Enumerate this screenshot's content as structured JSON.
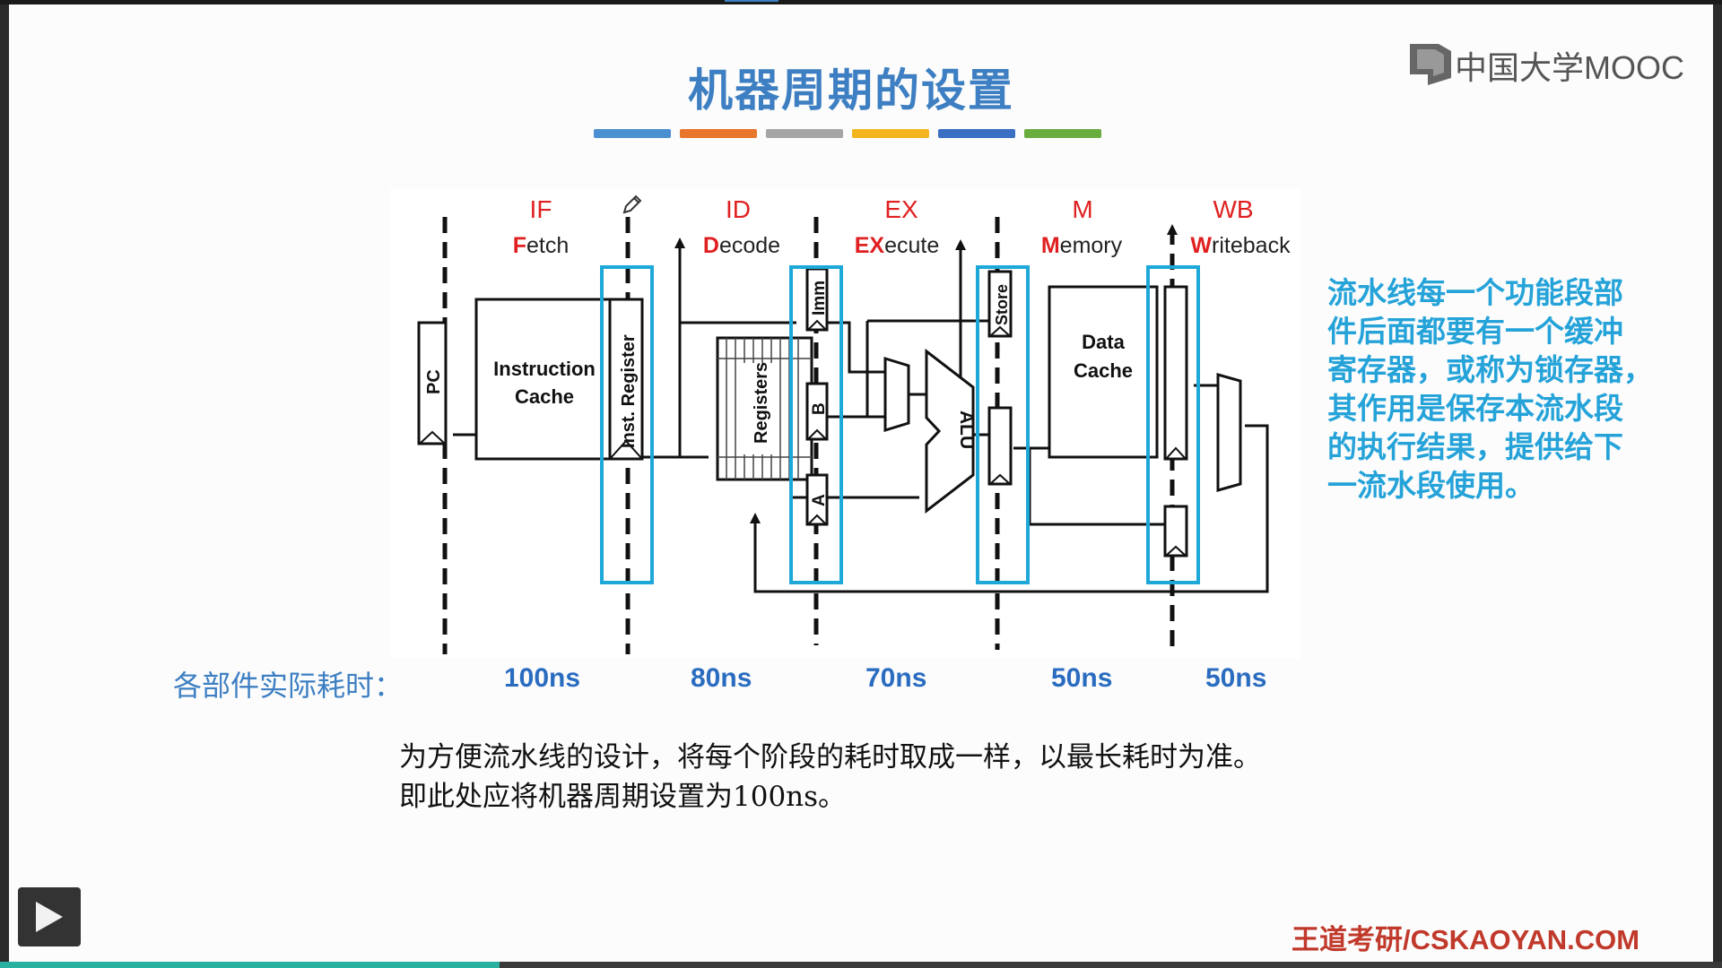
{
  "slide": {
    "title": "机器周期的设置",
    "logo_text": "中国大学MOOC",
    "title_bar_colors": [
      "#4a90d0",
      "#e8762d",
      "#a6a6a6",
      "#f2b51f",
      "#3a6fc4",
      "#6aad3f"
    ]
  },
  "diagram": {
    "stages": [
      {
        "code": "IF",
        "highlight": "F",
        "rest": "etch"
      },
      {
        "code": "ID",
        "highlight": "D",
        "rest": "ecode"
      },
      {
        "code": "EX",
        "highlight": "EX",
        "rest": "ecute"
      },
      {
        "code": "M",
        "highlight": "M",
        "rest": "emory"
      },
      {
        "code": "WB",
        "highlight": "W",
        "rest": "riteback"
      }
    ],
    "labels": {
      "pc": "PC",
      "icache_line1": "Instruction",
      "icache_line2": "Cache",
      "inst_register": "Inst. Register",
      "registers": "Registers",
      "imm": "Imm",
      "b": "B",
      "a": "A",
      "alu": "ALU",
      "store": "Store",
      "dcache_line1": "Data",
      "dcache_line2": "Cache"
    },
    "highlight_color": "#1ea8d8",
    "stage_label_color": "#e02020"
  },
  "side_note": {
    "line1": "流水线每一个功能段部",
    "line2": "件后面都要有一个缓冲",
    "line3": "寄存器，或称为锁存器，",
    "line4": "其作用是保存本流水段",
    "line5": "的执行结果，提供给下",
    "line6": "一流水段使用。"
  },
  "timing": {
    "label": "各部件实际耗时：",
    "values": [
      "100ns",
      "80ns",
      "70ns",
      "50ns",
      "50ns"
    ]
  },
  "body": {
    "line1": "为方便流水线的设计，将每个阶段的耗时取成一样，以最长耗时为准。",
    "line2": "即此处应将机器周期设置为100ns。"
  },
  "footer": "王道考研/CSKAOYAN.COM",
  "player": {
    "play_icon": "play-icon",
    "progress": 0.29
  }
}
